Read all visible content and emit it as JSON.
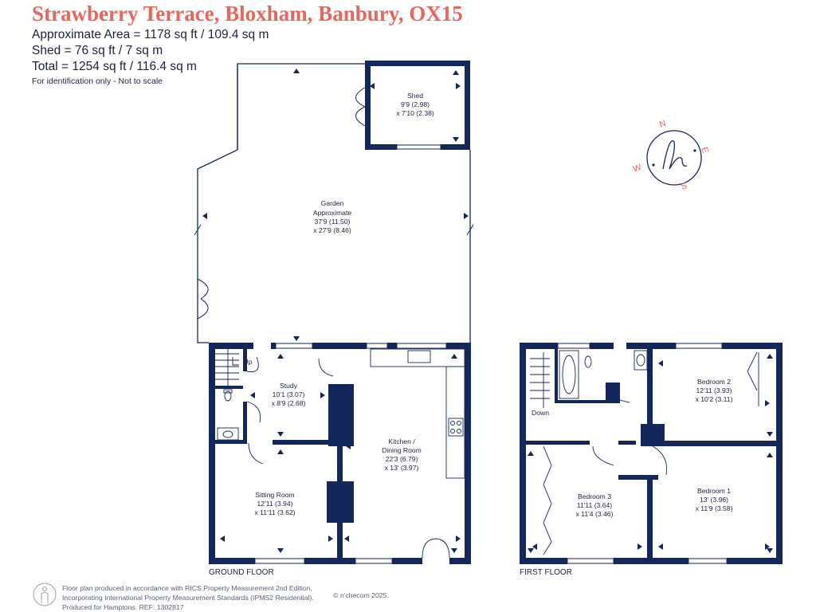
{
  "header": {
    "title": "Strawberry Terrace, Bloxham, Banbury, OX15",
    "area_lines": [
      "Approximate Area = 1178 sq ft / 109.4 sq m",
      "Shed = 76 sq ft / 7 sq m",
      "Total = 1254 sq ft / 116.4 sq m"
    ],
    "disclaimer": "For identification only - Not to scale"
  },
  "compass": {
    "n": "N",
    "e": "E",
    "s": "S",
    "w": "W",
    "logo": "h"
  },
  "rooms": {
    "shed": [
      "Shed",
      "9'9 (2.98)",
      "x 7'10 (2.38)"
    ],
    "garden": [
      "Garden",
      "Approximate",
      "37'9 (11.50)",
      "x 27'9 (8.46)"
    ],
    "study": [
      "Study",
      "10'1 (3.07)",
      "x 8'9 (2.68)"
    ],
    "kitchen": [
      "Kitchen /",
      "Dining Room",
      "22'3 (6.79)",
      "x 13' (3.97)"
    ],
    "sitting": [
      "Sitting Room",
      "12'11 (3.94)",
      "x 11'11 (3.62)"
    ],
    "bedroom2": [
      "Bedroom 2",
      "12'11 (3.93)",
      "x 10'2 (3.11)"
    ],
    "bedroom3": [
      "Bedroom 3",
      "11'11 (3.64)",
      "x 11'4 (3.46)"
    ],
    "bedroom1": [
      "Bedroom 1",
      "13' (3.96)",
      "x 11'9 (3.58)"
    ]
  },
  "stairs": {
    "up": "Up",
    "down": "Down"
  },
  "floors": {
    "ground": "GROUND FLOOR",
    "first": "FIRST FLOOR"
  },
  "footer": {
    "lines": [
      "Floor plan produced in accordance with RICS Property Measurement 2nd Edition,",
      "Incorporating International Property Measurement Standards (IPMS2 Residential).",
      "Produced for Hamptons.   REF: 1302817"
    ],
    "copyright": "© n'checom 2025."
  },
  "colors": {
    "wall": "#13275a",
    "accent": "#e8675c",
    "text": "#1b2240"
  }
}
